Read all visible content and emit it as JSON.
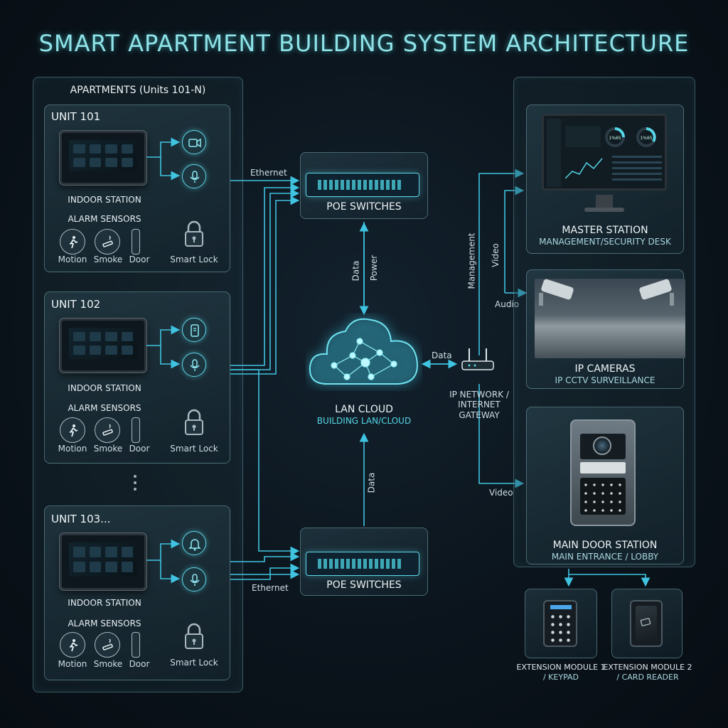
{
  "title": "SMART APARTMENT BUILDING SYSTEM ARCHITECTURE",
  "apartments": {
    "header": "APARTMENTS (Units 101-N)",
    "units": [
      {
        "name": "UNIT 101",
        "indoor": "INDOOR STATION",
        "alarm": "ALARM SENSORS",
        "sensors": [
          "Motion",
          "Smoke",
          "Door"
        ],
        "lock": "Smart Lock",
        "icons": [
          "camera-icon",
          "microphone-icon"
        ]
      },
      {
        "name": "UNIT 102",
        "indoor": "INDOOR STATION",
        "alarm": "ALARM SENSORS",
        "sensors": [
          "Motion",
          "Smoke",
          "Door"
        ],
        "lock": "Smart Lock",
        "icons": [
          "intercom-icon",
          "microphone-icon"
        ]
      },
      {
        "name": "UNIT 103...",
        "indoor": "INDOOR STATION",
        "alarm": "ALARM SENSORS",
        "sensors": [
          "Motion",
          "Smoke",
          "Door"
        ],
        "lock": "Smart Lock",
        "icons": [
          "bell-icon",
          "microphone-icon"
        ]
      }
    ]
  },
  "network": {
    "switch_top": "POE SWITCHES",
    "switch_bottom": "POE SWITCHES",
    "ethernet_top": "Ethernet",
    "ethernet_bottom": "Ethernet",
    "cloud_title": "LAN CLOUD",
    "cloud_sub": "BUILDING LAN/CLOUD",
    "data_top": "Data",
    "power_top": "Power",
    "data_bottom": "Data",
    "data_gateway": "Data",
    "gateway": [
      "IP NETWORK /",
      "INTERNET",
      "GATEWAY"
    ],
    "management": "Management",
    "video_top": "Video",
    "audio": "Audio",
    "video_bottom": "Video"
  },
  "right": {
    "master_title": "MASTER STATION",
    "master_sub": "MANAGEMENT/SECURITY DESK",
    "cameras_title": "IP CAMERAS",
    "cameras_sub": "IP CCTV SURVEILLANCE",
    "door_title": "MAIN DOOR STATION",
    "door_sub": "MAIN ENTRANCE / LOBBY",
    "ext1": [
      "EXTENSION MODULE 1",
      "/ KEYPAD"
    ],
    "ext2": [
      "EXTENSION MODULE 2",
      "/ CARD READER"
    ],
    "dash_values": [
      "1%65",
      "1%65"
    ]
  },
  "colors": {
    "accent": "#55d6e6",
    "line": "#3fc3e0",
    "background": "#0b141c"
  }
}
